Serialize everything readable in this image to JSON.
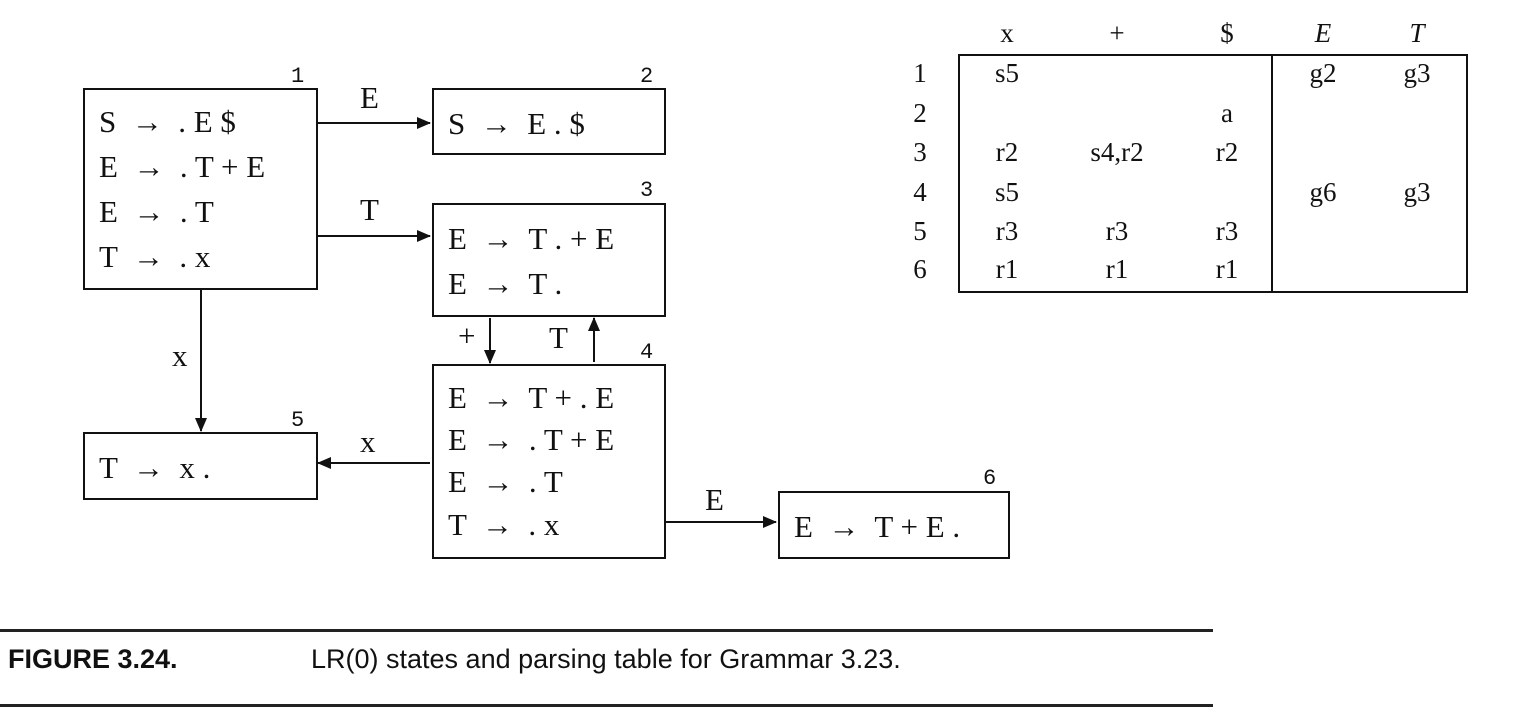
{
  "states": [
    {
      "number": "1",
      "items": [
        "S  →  . E $",
        "E  →  . T + E",
        "E  →  . T",
        "T  →  . x"
      ]
    },
    {
      "number": "2",
      "items": [
        "S  →  E . $"
      ]
    },
    {
      "number": "3",
      "items": [
        "E  →  T . + E",
        "E  →  T ."
      ]
    },
    {
      "number": "4",
      "items": [
        "E  →  T + . E",
        "E  →  . T + E",
        "E  →  . T",
        "T  →  . x"
      ]
    },
    {
      "number": "5",
      "items": [
        "T  →  x ."
      ]
    },
    {
      "number": "6",
      "items": [
        "E  →  T + E ."
      ]
    }
  ],
  "edges": [
    {
      "from": "1",
      "to": "2",
      "label": "E"
    },
    {
      "from": "1",
      "to": "3",
      "label": "T"
    },
    {
      "from": "1",
      "to": "5",
      "label": "x"
    },
    {
      "from": "3",
      "to": "4",
      "label": "+"
    },
    {
      "from": "4",
      "to": "3",
      "label": "T"
    },
    {
      "from": "4",
      "to": "5",
      "label": "x"
    },
    {
      "from": "4",
      "to": "6",
      "label": "E"
    }
  ],
  "table": {
    "headers": [
      "x",
      "+",
      "$",
      "E",
      "T"
    ],
    "rows": [
      {
        "state": "1",
        "cells": [
          "s5",
          "",
          "",
          "g2",
          "g3"
        ]
      },
      {
        "state": "2",
        "cells": [
          "",
          "",
          "a",
          "",
          ""
        ]
      },
      {
        "state": "3",
        "cells": [
          "r2",
          "s4,r2",
          "r2",
          "",
          ""
        ]
      },
      {
        "state": "4",
        "cells": [
          "s5",
          "",
          "",
          "g6",
          "g3"
        ]
      },
      {
        "state": "5",
        "cells": [
          "r3",
          "r3",
          "r3",
          "",
          ""
        ]
      },
      {
        "state": "6",
        "cells": [
          "r1",
          "r1",
          "r1",
          "",
          ""
        ]
      }
    ]
  },
  "caption": {
    "label": "FIGURE 3.24.",
    "text": "LR(0) states and parsing table for Grammar 3.23."
  }
}
